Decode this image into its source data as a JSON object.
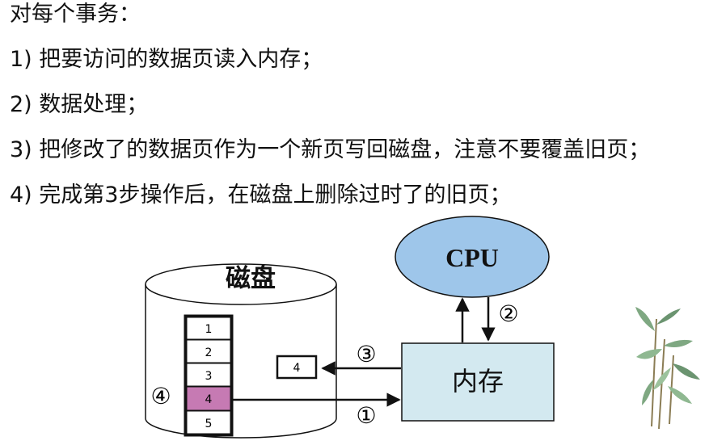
{
  "text": {
    "intro": "对每个事务：",
    "steps": [
      "1) 把要访问的数据页读入内存；",
      "2) 数据处理；",
      "3) 把修改了的数据页作为一个新页写回磁盘，注意不要覆盖旧页；",
      "4) 完成第3步操作后，在磁盘上删除过时了的旧页；"
    ]
  },
  "diagram": {
    "disk_label": "磁盘",
    "cpu_label": "CPU",
    "memory_label": "内存",
    "pages": [
      "1",
      "2",
      "3",
      "4",
      "5"
    ],
    "highlighted_page": "4",
    "new_page": "4",
    "markers": {
      "read": "①",
      "process": "②",
      "write": "③",
      "delete": "④"
    },
    "colors": {
      "cpu_fill": "#9ec6ea",
      "memory_fill": "#d3e9f0",
      "highlight_fill": "#c67ab3"
    }
  }
}
